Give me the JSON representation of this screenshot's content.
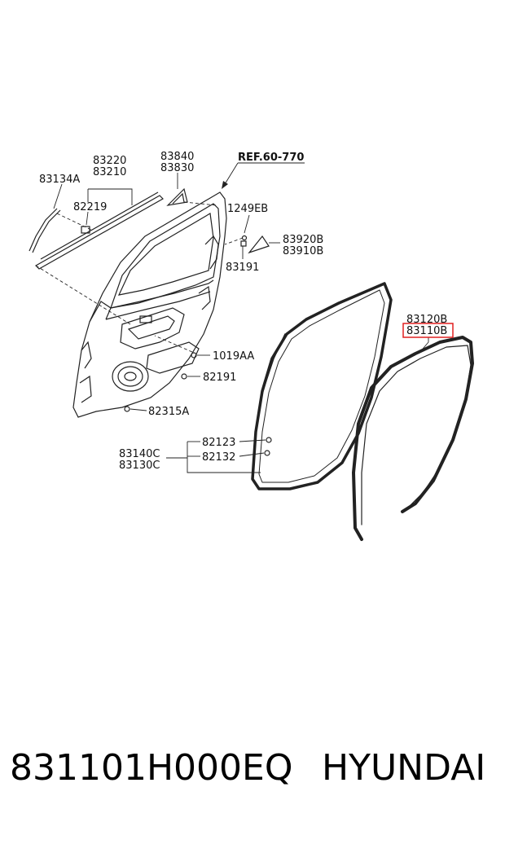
{
  "diagram": {
    "ref_label": "REF.60-770",
    "labels": {
      "l83220": "83220",
      "l83210": "83210",
      "l83840": "83840",
      "l83830": "83830",
      "l83134A": "83134A",
      "l82219": "82219",
      "l1249EB": "1249EB",
      "l83920B": "83920B",
      "l83910B": "83910B",
      "l83191": "83191",
      "l83120B": "83120B",
      "l83110B": "83110B",
      "l1019AA": "1019AA",
      "l82191": "82191",
      "l82315A": "82315A",
      "l82123": "82123",
      "l82132": "82132",
      "l83140C": "83140C",
      "l83130C": "83130C"
    },
    "highlight_color": "#e02020"
  },
  "caption": {
    "part_number": "831101H000EQ",
    "brand": "HYUNDAI"
  }
}
